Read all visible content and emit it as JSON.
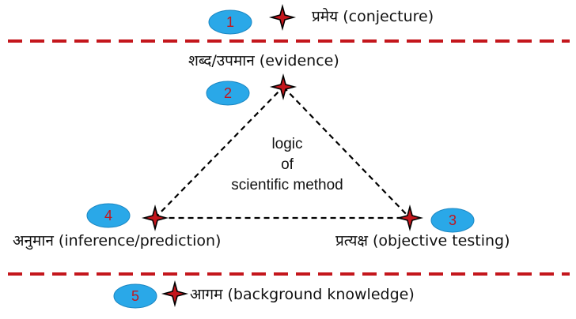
{
  "colors": {
    "badge_fill": "#2aa8e8",
    "badge_text": "#c4161c",
    "divider": "#c4161c",
    "star_fill": "#c4161c",
    "star_outline": "#000000",
    "triangle_line": "#000000",
    "text": "#111111"
  },
  "badges": [
    {
      "number": "1"
    },
    {
      "number": "2"
    },
    {
      "number": "3"
    },
    {
      "number": "4"
    },
    {
      "number": "5"
    }
  ],
  "labels": {
    "conjecture": "प्रमेय  (conjecture)",
    "evidence": "शब्द/उपमान (evidence)",
    "testing": "प्रत्यक्ष  (objective testing)",
    "inference": "अनुमान (inference/prediction)",
    "background": "आगम  (background knowledge)"
  },
  "center": {
    "line1": "logic",
    "line2": "of",
    "line3": "scientific method"
  },
  "icons": [
    "four-point-star-icon"
  ]
}
